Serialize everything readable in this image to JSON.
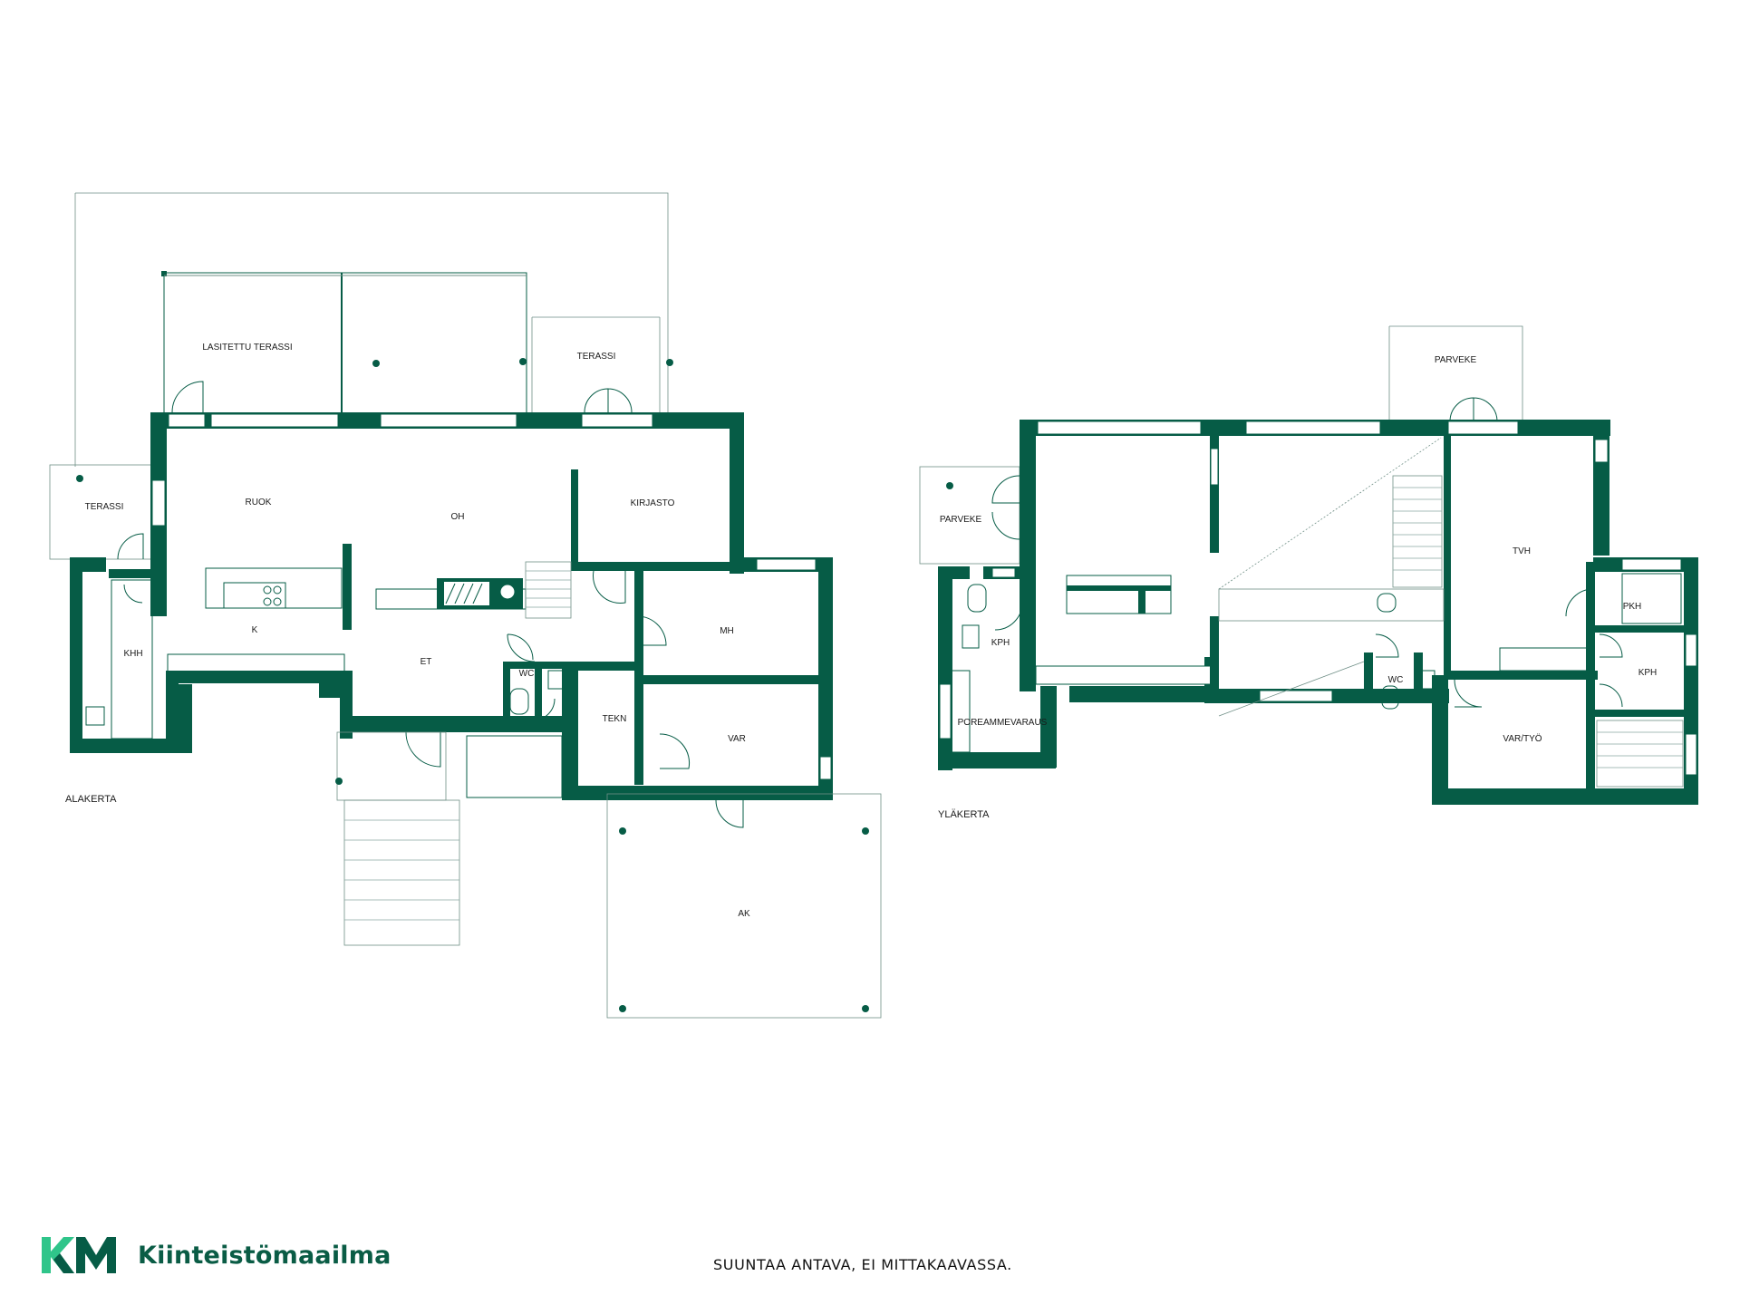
{
  "colors": {
    "wall": "#065c46",
    "logo_light": "#2fc58a",
    "brand_text": "#0a5c45"
  },
  "floors": {
    "ground": {
      "label": "ALAKERTA",
      "rooms": {
        "lasitettu_terassi": "LASITETTU TERASSI",
        "terassi_top": "TERASSI",
        "terassi_left": "TERASSI",
        "ruok": "RUOK",
        "oh": "OH",
        "kirjasto": "KIRJASTO",
        "k": "K",
        "khh": "KHH",
        "et": "ET",
        "wc": "WC",
        "mh": "MH",
        "tekn": "TEKN",
        "var": "VAR",
        "ak": "AK"
      }
    },
    "upper": {
      "label": "YLÄKERTA",
      "rooms": {
        "parveke_top": "PARVEKE",
        "parveke_left": "PARVEKE",
        "kph_left": "KPH",
        "poreammevaraus": "POREAMMEVARAUS",
        "tvh": "TVH",
        "pkh": "PKH",
        "kph_right": "KPH",
        "wc": "WC",
        "var_tyo": "VAR/TYÖ"
      }
    }
  },
  "brand": {
    "logo_icon": "km-logo-icon",
    "name": "Kiinteistömaailma"
  },
  "disclaimer": "SUUNTAA ANTAVA, EI MITTAKAAVASSA."
}
